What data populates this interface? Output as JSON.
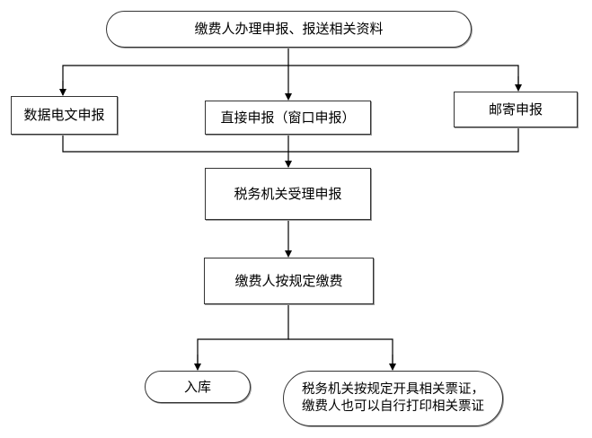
{
  "nodes": {
    "start": "缴费人办理申报、报送相关资料",
    "electronic": "数据电文申报",
    "direct": "直接申报（窗口申报）",
    "mail": "邮寄申报",
    "accept": "税务机关受理申报",
    "pay": "缴费人按规定缴费",
    "storage": "入库",
    "receipt_line1": "税务机关按规定开具相关票证，",
    "receipt_line2": "缴费人也可以自行打印相关票证"
  }
}
